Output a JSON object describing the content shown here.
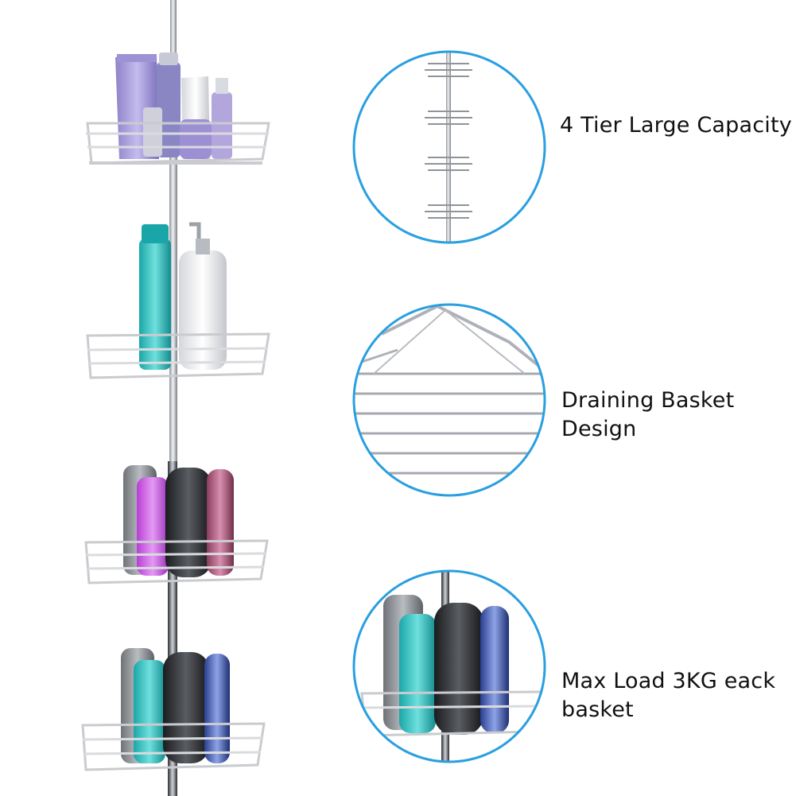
{
  "features": [
    {
      "lines": [
        "4 Tier Large Capacity"
      ]
    },
    {
      "lines": [
        "Draining Basket",
        "Design"
      ]
    },
    {
      "lines": [
        "Max Load 3KG eack",
        "basket"
      ]
    }
  ],
  "colors": {
    "circle_ring": "#2a9fe0",
    "pole": "#b8bcc2",
    "basket_wire": "#f4f4f4",
    "basket_outline": "#c9cbcf"
  }
}
